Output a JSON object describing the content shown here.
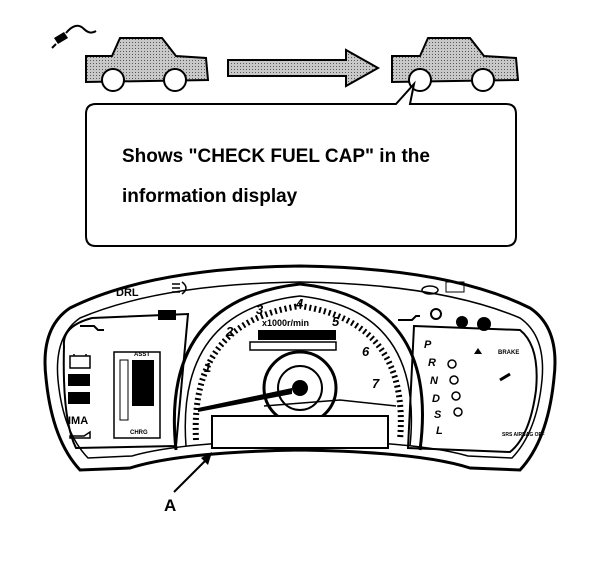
{
  "callout": {
    "line1": "Shows \"CHECK FUEL CAP\" in the",
    "line2": "information display"
  },
  "dashboard": {
    "drl_label": "DRL",
    "ima_label": "IMA",
    "asst_label": "ASST",
    "chrg_label": "CHRG",
    "brake_label": "BRAKE",
    "rpm_unit": "x1000r/min",
    "gear_letters": [
      "P",
      "R",
      "N",
      "D",
      "S",
      "L"
    ],
    "tach_numbers": [
      "1",
      "2",
      "3",
      "4",
      "5",
      "6",
      "7"
    ],
    "airbag_label": "SRS AIRBAG OFF"
  },
  "pointer_label": "A",
  "colors": {
    "car_fill": "#b4b4b4",
    "ink": "#000000"
  }
}
